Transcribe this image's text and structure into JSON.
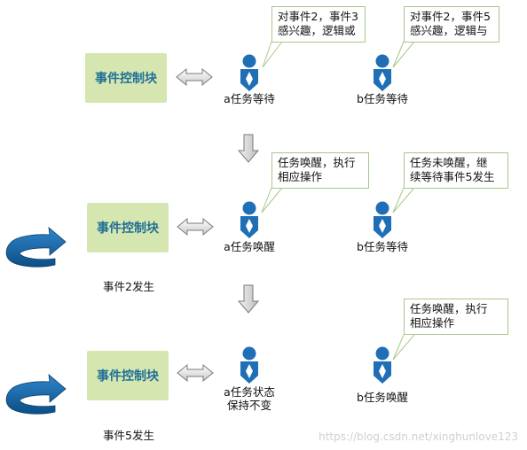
{
  "blocks": [
    "事件控制块",
    "事件控制块",
    "事件控制块"
  ],
  "tasks": {
    "r1": {
      "a": "a任务等待",
      "b": "b任务等待"
    },
    "r2": {
      "a": "a任务唤醒",
      "b": "b任务等待"
    },
    "r3": {
      "a_line1": "a任务状态",
      "a_line2": "保持不变",
      "b": "b任务唤醒"
    }
  },
  "callouts": {
    "r1a": {
      "l1": "对事件2，事件3",
      "l2": "感兴趣，逻辑或"
    },
    "r1b": {
      "l1": "对事件2，事件5",
      "l2": "感兴趣，逻辑与"
    },
    "r2a": {
      "l1": "任务唤醒，执行",
      "l2": "相应操作"
    },
    "r2b": {
      "l1": "任务未唤醒，继",
      "l2": "续等待事件5发生"
    },
    "r3b": {
      "l1": "任务唤醒，执行",
      "l2": "相应操作"
    }
  },
  "events": {
    "e2": "事件2发生",
    "e5": "事件5发生"
  },
  "watermark": "https://blog.csdn.net/xinghunlove123",
  "colors": {
    "block_fill": "#d6e6b0",
    "block_text": "#1f6f98",
    "task_blue": "#1e6fb5",
    "callout_border": "#a8c78a"
  }
}
